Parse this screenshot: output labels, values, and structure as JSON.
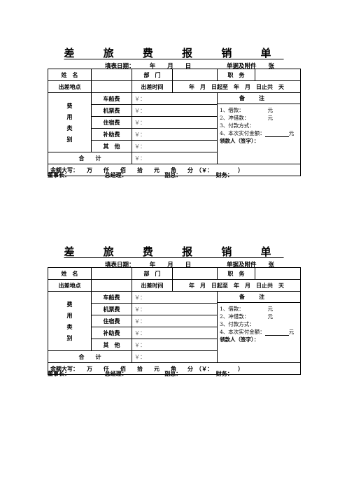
{
  "forms": [
    {
      "title": "差 旅 费 报 销 单",
      "fill_date": "填表日期：　　　年　　月　　日",
      "attachments": "单据及附件　　张",
      "name_label": "姓　名",
      "dept_label": "部　门",
      "position_label": "职　务",
      "location_label": "出差地点",
      "time_label": "出差时间",
      "time_value": "年　月　日起至　年　月　日止共　天",
      "category_label": [
        "费",
        "用",
        "类",
        "别"
      ],
      "expense_items": [
        {
          "label": "车船费",
          "amount": "￥："
        },
        {
          "label": "机票费",
          "amount": "￥："
        },
        {
          "label": "住宿费",
          "amount": "￥："
        },
        {
          "label": "补助费",
          "amount": "￥："
        },
        {
          "label": "其　他",
          "amount": "￥："
        }
      ],
      "notes_header": "备注",
      "notes_lines": [
        "1、借款：　　　　　元",
        "2、冲借款：　　　　元",
        "3、付款方式：",
        "4、本次实付金额：",
        "领款人（签字）："
      ],
      "notes_unit": "元",
      "total_label": "合　　计",
      "total_amount": "￥：",
      "uppercase_amount": "金额大写：　　万　　仟　　佰　　拾　　元　　角　　分　（￥：　　　　　）",
      "chairman": "董事长：",
      "gm": "总经理：",
      "deputy": "副总：",
      "finance": "财务："
    },
    {
      "title": "差 旅 费 报 销 单",
      "fill_date": "填表日期：　　　年　　月　　日",
      "attachments": "单据及附件　　张",
      "name_label": "姓　名",
      "dept_label": "部　门",
      "position_label": "职　务",
      "location_label": "出差地点",
      "time_label": "出差时间",
      "time_value": "年　月　日起至　年　月　日止共　天",
      "category_label": [
        "费",
        "用",
        "类",
        "别"
      ],
      "expense_items": [
        {
          "label": "车船费",
          "amount": "￥："
        },
        {
          "label": "机票费",
          "amount": "￥："
        },
        {
          "label": "住宿费",
          "amount": "￥："
        },
        {
          "label": "补助费",
          "amount": "￥："
        },
        {
          "label": "其　他",
          "amount": "￥："
        }
      ],
      "notes_header": "备注",
      "notes_lines": [
        "1、借款：　　　　　元",
        "2、冲借款：　　　　元",
        "3、付款方式：",
        "4、本次实付金额：",
        "领款人（签字）："
      ],
      "notes_unit": "元",
      "total_label": "合　　计",
      "total_amount": "￥：",
      "uppercase_amount": "金额大写：　　万　　仟　　佰　　拾　　元　　角　　分　（￥：　　　　　）",
      "chairman": "董事长：",
      "gm": "总经理：",
      "deputy": "副总：",
      "finance": "财务："
    }
  ]
}
